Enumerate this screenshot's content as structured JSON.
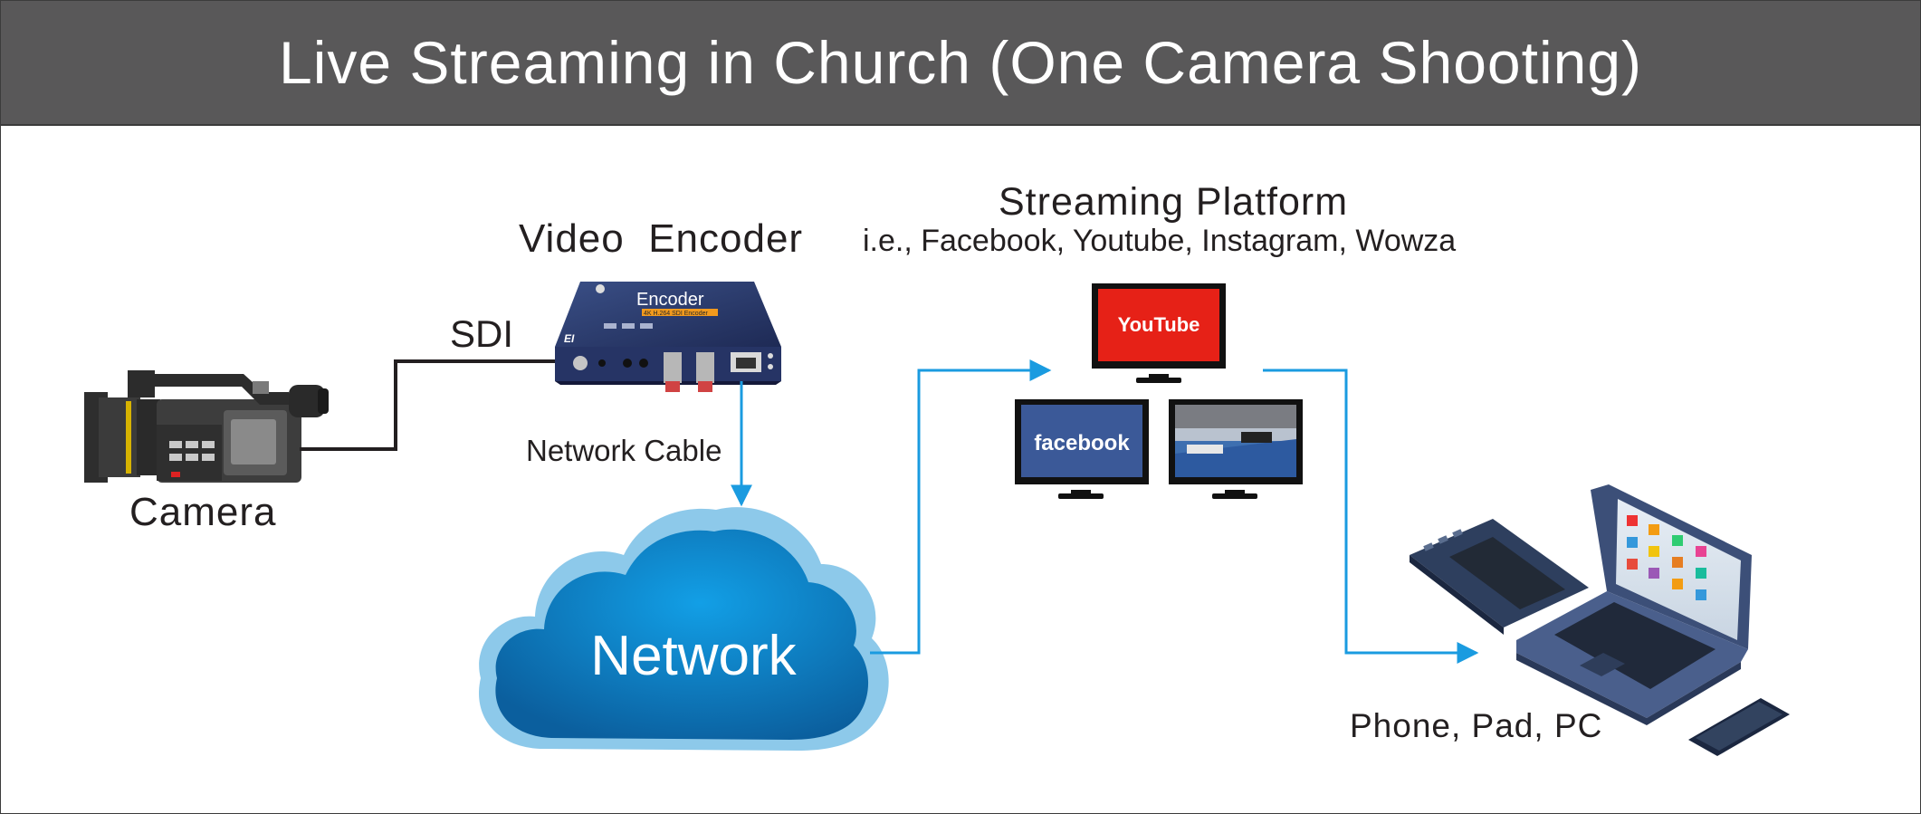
{
  "title": "Live Streaming in Church (One Camera Shooting)",
  "nodes": {
    "camera": {
      "label": "Camera"
    },
    "encoder": {
      "label": "Video  Encoder",
      "device_text": "Encoder",
      "device_subtext": "4K H.264 SDI Encoder",
      "model": "EI"
    },
    "sdi": {
      "label": "SDI"
    },
    "network_cable": {
      "label": "Network Cable"
    },
    "network": {
      "label": "Network"
    },
    "platform": {
      "label": "Streaming Platform",
      "sublabel": "i.e., Facebook, Youtube, Instagram, Wowza"
    },
    "youtube": {
      "logo_text": "YouTube"
    },
    "facebook": {
      "logo_text": "facebook"
    },
    "devices": {
      "label": "Phone, Pad, PC"
    }
  },
  "colors": {
    "header_bg": "#595859",
    "arrow": "#1a9be0",
    "cable": "#231f20",
    "cloud_outer": "#8dc9ea",
    "cloud_inner": "#0b74bd",
    "youtube_red": "#e62117",
    "facebook_blue": "#3b5998"
  }
}
